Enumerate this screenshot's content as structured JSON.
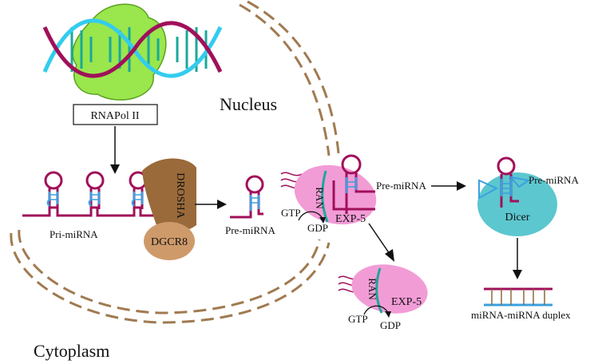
{
  "labels": {
    "rnapol": "RNAPol II",
    "nucleus": "Nucleus",
    "cytoplasm": "Cytoplasm",
    "drosha": "DROSHA",
    "dgcr8": "DGCR8",
    "pri_mirna": "Pri-miRNA",
    "pre_mirna_1": "Pre-miRNA",
    "pre_mirna_2": "Pre-miRNA",
    "pre_mirna_3": "Pre-miRNA",
    "ran_1": "RAN",
    "exp5_1": "EXP-5",
    "gtp_1": "GTP",
    "gdp_1": "GDP",
    "ran_2": "RAN",
    "exp5_2": "EXP-5",
    "gtp_2": "GTP",
    "gdp_2": "GDP",
    "dicer": "Dicer",
    "duplex": "miRNA-miRNA duplex"
  },
  "colors": {
    "rna_strand": "#a0105a",
    "stem_blue": "#3aa0e0",
    "dna_teal": "#1aa89a",
    "dna_cyan": "#33ccee",
    "polymerase": "#99e64d",
    "drosha": "#9a6a3a",
    "dgcr8": "#cf9a6a",
    "exportin": "#f29cd6",
    "dicer": "#5cc7cf",
    "membrane": "#a07a50",
    "duplex_top": "#a0105a",
    "duplex_bottom": "#3aa0e0"
  }
}
